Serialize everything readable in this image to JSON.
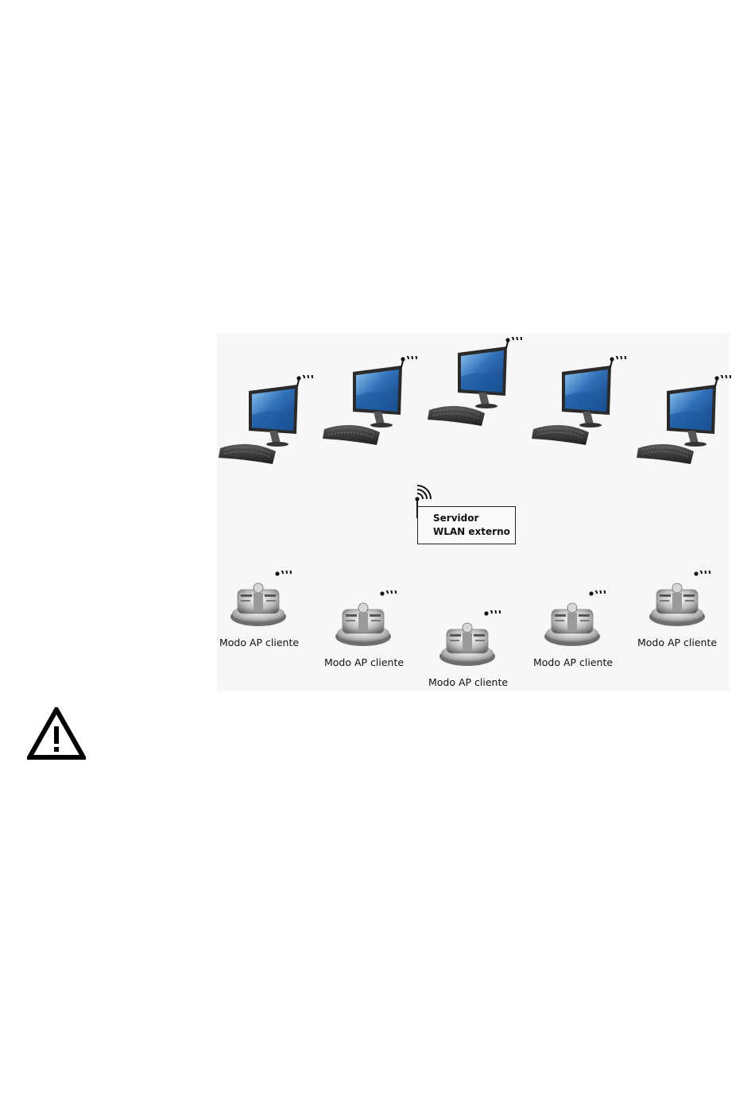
{
  "diagram": {
    "computers": [
      {
        "name": "computer-1"
      },
      {
        "name": "computer-2"
      },
      {
        "name": "computer-3"
      },
      {
        "name": "computer-4"
      },
      {
        "name": "computer-5"
      }
    ],
    "server": {
      "line1": "Servidor",
      "line2": "WLAN externo"
    },
    "access_points": [
      {
        "label": "Modo AP cliente"
      },
      {
        "label": "Modo AP cliente"
      },
      {
        "label": "Modo AP cliente"
      },
      {
        "label": "Modo AP cliente"
      },
      {
        "label": "Modo AP cliente"
      }
    ]
  },
  "icons": {
    "wifi": "wifi-signal-icon",
    "warning": "warning-icon"
  },
  "colors": {
    "screen": "#2f6fb8",
    "monitor_frame": "#2a2a2a",
    "keyboard": "#3a3a3a",
    "diagram_bg": "#f7f7f7"
  }
}
